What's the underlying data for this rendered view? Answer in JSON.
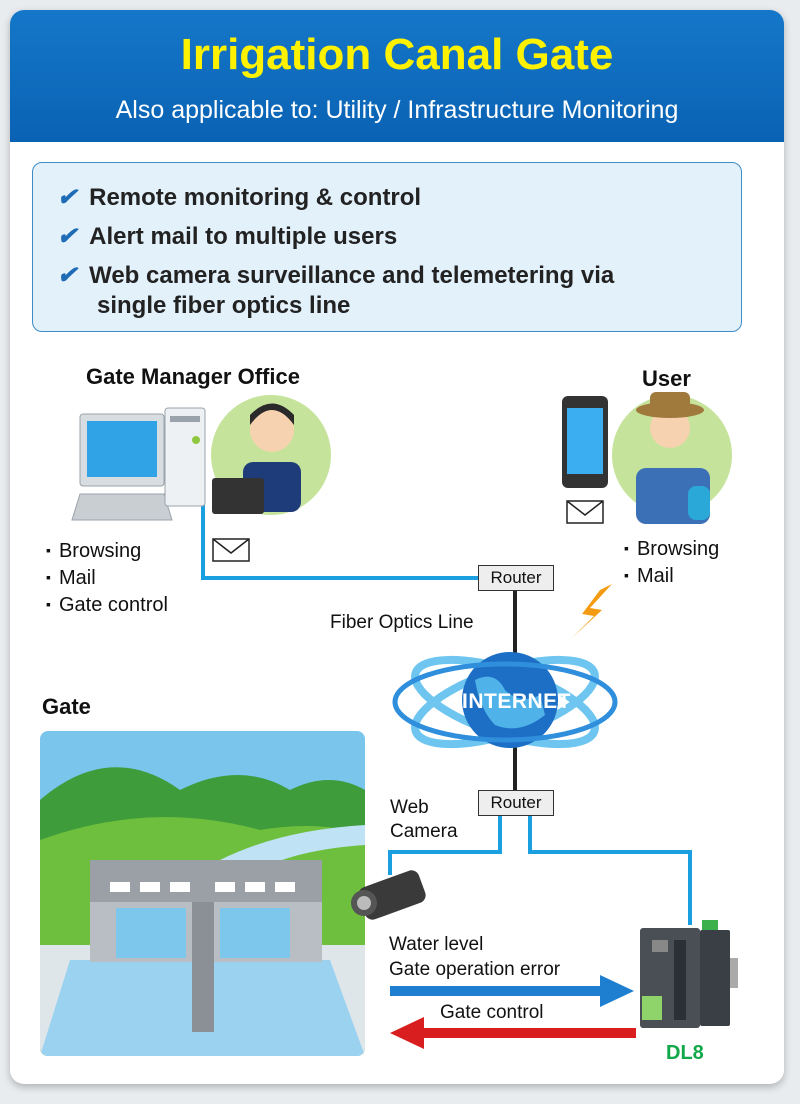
{
  "header": {
    "title": "Irrigation Canal Gate",
    "subtitle": "Also applicable to: Utility / Infrastructure Monitoring"
  },
  "features": [
    "Remote monitoring & control",
    "Alert mail to multiple users",
    "Web camera surveillance and telemetering via",
    "single fiber optics line"
  ],
  "office": {
    "title": "Gate Manager Office",
    "items": [
      "Browsing",
      "Mail",
      "Gate control"
    ]
  },
  "user": {
    "title": "User",
    "items": [
      "Browsing",
      "Mail"
    ]
  },
  "network": {
    "router_top": "Router",
    "router_bottom": "Router",
    "fiber_label": "Fiber Optics Line",
    "internet_label": "INTERNET"
  },
  "gate": {
    "title": "Gate",
    "camera_line1": "Web",
    "camera_line2": "Camera",
    "signal_line1": "Water level",
    "signal_line2": "Gate operation error",
    "control_label": "Gate control",
    "device_label": "DL8"
  },
  "colors": {
    "header": "#0a6dbf",
    "title": "#fff200",
    "line": "#1aa0e0",
    "arrow_in": "#1e7fd0",
    "arrow_out": "#d81e1e",
    "device_label": "#11a84a"
  }
}
